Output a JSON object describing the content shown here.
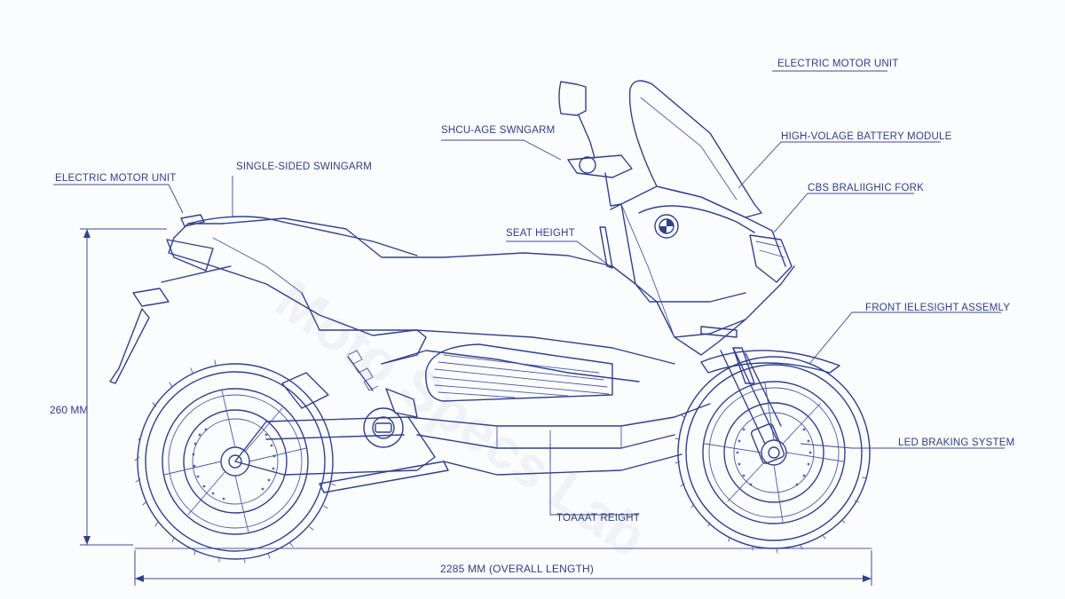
{
  "callouts": {
    "rear_motor": "ELECTRIC MOTOR UNIT",
    "swingarm_top": "SINGLE-SIDED SWINGARM",
    "mirror_label": "SHCU-AGE SWNGARM",
    "seat_height": "SEAT HEIGHT",
    "front_motor": "ELECTRIC MOTOR UNIT",
    "battery": "HIGH-VOLAGE BATTERY MODULE",
    "fork": "CBS BRALIIGHIC FORK",
    "headlight": "FRONT IELESIGHT ASSEMLY",
    "braking": "LED BRAKING SYSTEM",
    "bottom_height": "TOAAAT REIGHT"
  },
  "dimensions": {
    "overall_length": "2285 MM (OVERALL LENGTH)",
    "vertical": "260 MM"
  },
  "watermark": "Moto Specs Lab",
  "colors": {
    "ink": "#31418a",
    "paper": "#fbfcfe"
  }
}
